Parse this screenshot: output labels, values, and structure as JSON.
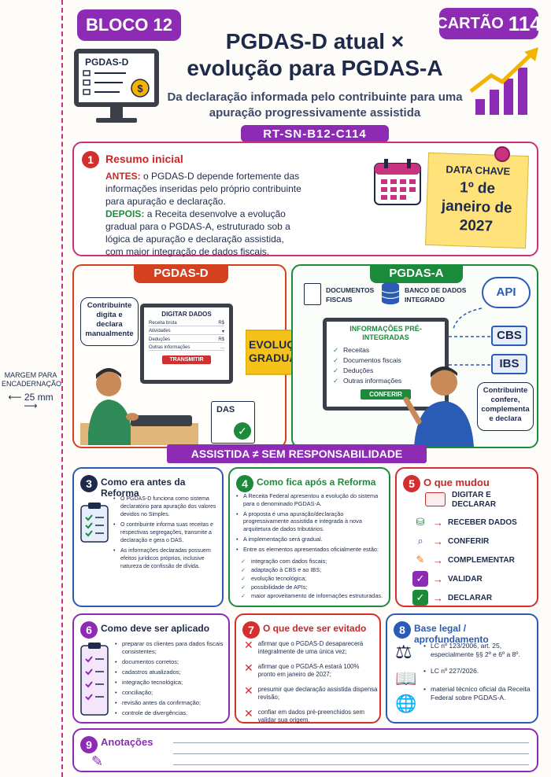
{
  "header": {
    "block_label": "BLOCO 12",
    "card_label": "CARTÃO",
    "card_number": "114",
    "title": "PGDAS-D atual × evolução para PGDAS-A",
    "subtitle": "Da declaração informada pelo contribuinte para uma apuração progressivamente assistida",
    "code": "RT-SN-B12-C114",
    "monitor_label": "PGDAS-D"
  },
  "margin_note": {
    "label": "MARGEM PARA ENCADERNAÇÃO",
    "size": "25 mm"
  },
  "summary": {
    "number": "1",
    "title": "Resumo inicial",
    "before_label": "ANTES:",
    "before_text": "o PGDAS-D depende fortemente das informações inseridas pelo próprio contribuinte para apuração e declaração.",
    "after_label": "DEPOIS:",
    "after_text": "a Receita desenvolve a evolução gradual para o PGDAS-A, estruturado sob a lógica de apuração e declaração assistida, com maior integração de dados fiscais.",
    "key_date_label": "DATA CHAVE",
    "key_date": "1º de janeiro de 2027"
  },
  "comparison": {
    "left_title": "PGDAS-D",
    "left_bubble": "Contribuinte digita e declara manualmente",
    "form_title": "DIGITAR DADOS",
    "form_rows": [
      {
        "label": "Receita bruta",
        "value": "R$"
      },
      {
        "label": "Atividades",
        "value": "▾"
      },
      {
        "label": "Deduções",
        "value": "R$"
      },
      {
        "label": "Outras informações",
        "value": "..."
      }
    ],
    "transmit_label": "TRANSMITIR",
    "das_label": "DAS",
    "middle_label": "EVOLUÇÃO GRADUAL",
    "right_title": "PGDAS-A",
    "doc_label": "DOCUMENTOS FISCAIS",
    "db_label": "BANCO DE DADOS INTEGRADO",
    "api_label": "API",
    "cbs_label": "CBS",
    "ibs_label": "IBS",
    "info_title": "INFORMAÇÕES PRÉ-INTEGRADAS",
    "info_items": [
      "Receitas",
      "Documentos fiscais",
      "Deduções",
      "Outras informações"
    ],
    "confirm_label": "CONFERIR",
    "right_bubble": "Contribuinte confere, complementa e declara",
    "banner": "ASSISTIDA ≠ SEM RESPONSABILIDADE"
  },
  "before_reform": {
    "number": "3",
    "title": "Como era antes da Reforma",
    "items": [
      "O PGDAS-D funciona como sistema declaratório para apuração dos valores devidos no Simples.",
      "O contribuinte informa suas receitas e respectivas segregações, transmite a declaração e gera o DAS.",
      "As informações declaradas possuem efeitos jurídicos próprios, inclusive natureza de confissão de dívida."
    ]
  },
  "after_reform": {
    "number": "4",
    "title": "Como fica após a Reforma",
    "items": [
      "A Receita Federal apresentou a evolução do sistema para o denominado PGDAS-A.",
      "A proposta é uma apuração/declaração progressivamente assistida e integrada à nova arquitetura de dados tributários.",
      "A implementação será gradual.",
      "Entre os elementos apresentados oficialmente estão:"
    ],
    "checks": [
      "integração com dados fiscais;",
      "adaptação à CBS e ao IBS;",
      "evolução tecnológica;",
      "possibilidade de APIs;",
      "maior aproveitamento de informações estruturadas."
    ]
  },
  "what_changed": {
    "number": "5",
    "title": "O que mudou",
    "from_label": "DIGITAR E DECLARAR",
    "steps": [
      "RECEBER DADOS",
      "CONFERIR",
      "COMPLEMENTAR",
      "VALIDAR",
      "DECLARAR"
    ]
  },
  "how_to_apply": {
    "number": "6",
    "title": "Como deve ser aplicado",
    "items": [
      "preparar os clientes para dados fiscais consistentes;",
      "documentos corretos;",
      "cadastros atualizados;",
      "integração tecnológica;",
      "conciliação;",
      "revisão antes da confirmação;",
      "controle de divergências."
    ]
  },
  "avoid": {
    "number": "7",
    "title": "O que deve ser evitado",
    "items": [
      "afirmar que o PGDAS-D desaparecerá integralmente de uma única vez;",
      "afirmar que o PGDAS-A estará 100% pronto em janeiro de 2027;",
      "presumir que declaração assistida dispensa revisão;",
      "confiar em dados pré-preenchidos sem validar sua origem."
    ]
  },
  "legal": {
    "number": "8",
    "title": "Base legal / aprofundamento",
    "items": [
      "LC nº 123/2006, art. 25, especialmente §§ 2º e 6º a 8º.",
      "LC nº 227/2026.",
      "material técnico oficial da Receita Federal sobre PGDAS-A."
    ]
  },
  "notes": {
    "number": "9",
    "title": "Anotações"
  },
  "colors": {
    "purple": "#8d2bb5",
    "red": "#c62828",
    "green": "#1b8a3a",
    "blue": "#2a5bb5",
    "pink": "#d6338a",
    "orange": "#e8731c"
  }
}
